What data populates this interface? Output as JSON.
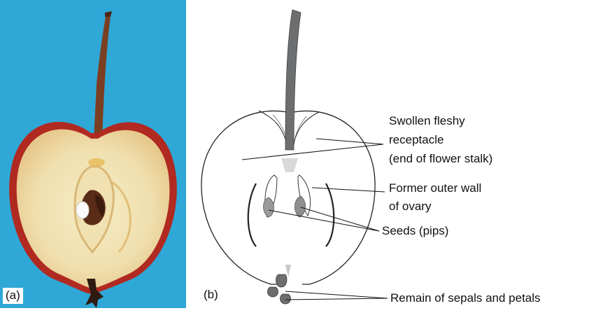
{
  "panels": {
    "a": {
      "label": "(a)"
    },
    "b": {
      "label": "(b)"
    }
  },
  "labels": {
    "receptacle": [
      "Swollen fleshy",
      "receptacle",
      "(end of flower stalk)"
    ],
    "ovary_wall": [
      "Former outer wall",
      "of ovary"
    ],
    "seeds": "Seeds (pips)",
    "sepals": "Remain of sepals and petals"
  },
  "colors": {
    "photo_background": "#2fa8d8",
    "stalk": "#6d6e70",
    "seed_fill": "#9a9a9a",
    "outline": "#222222"
  }
}
